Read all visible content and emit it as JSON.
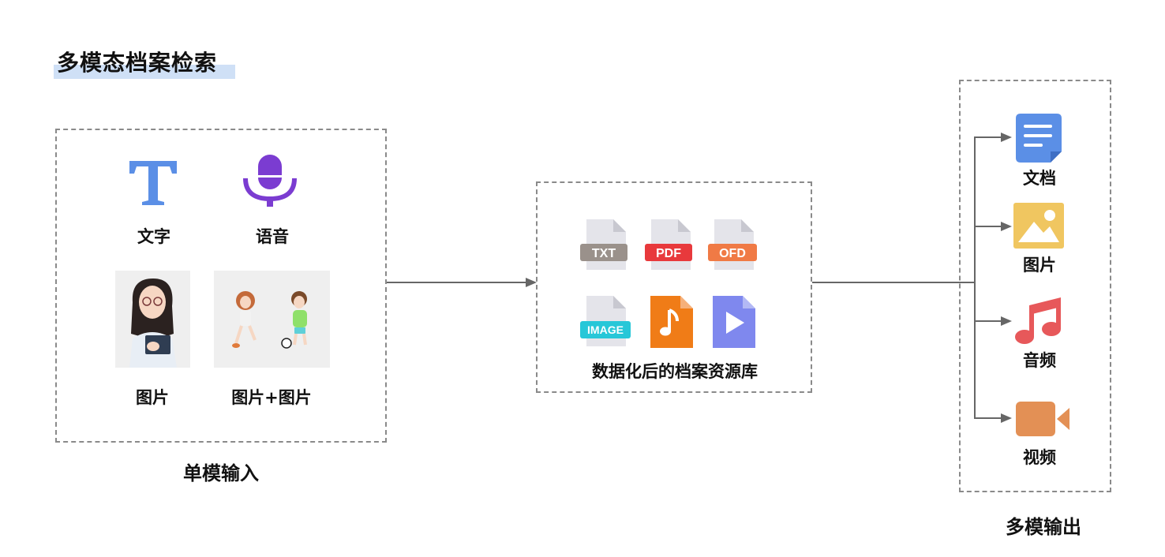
{
  "title": "多模态档案检索",
  "input": {
    "caption": "单模输入",
    "items": [
      {
        "label": "文字",
        "icon": "text-t-icon"
      },
      {
        "label": "语音",
        "icon": "microphone-icon"
      },
      {
        "label": "图片",
        "icon": "portrait-photo"
      },
      {
        "label": "图片+图片",
        "icon": "two-girls-photo"
      }
    ]
  },
  "library": {
    "caption": "数据化后的档案资源库",
    "files": [
      {
        "type": "TXT",
        "color": "#9a918b"
      },
      {
        "type": "PDF",
        "color": "#e8393c"
      },
      {
        "type": "OFD",
        "color": "#f07a45"
      },
      {
        "type": "IMAGE",
        "color": "#27c7d8"
      },
      {
        "type": "audio-file-icon",
        "color": "#f07c17"
      },
      {
        "type": "video-file-icon",
        "color": "#7f88ee"
      }
    ]
  },
  "output": {
    "caption": "多模输出",
    "items": [
      {
        "label": "文档",
        "icon": "document-icon",
        "color": "#5b8fe6"
      },
      {
        "label": "图片",
        "icon": "image-icon",
        "color": "#f0c660"
      },
      {
        "label": "音频",
        "icon": "music-note-icon",
        "color": "#e7585a"
      },
      {
        "label": "视频",
        "icon": "video-camera-icon",
        "color": "#e39055"
      }
    ]
  },
  "colors": {
    "line": "#666666",
    "border": "#8a8a8a",
    "title_highlight": "#cfe0f6",
    "text_icon": "#5b8fe6",
    "mic_icon": "#7b3cd1"
  }
}
